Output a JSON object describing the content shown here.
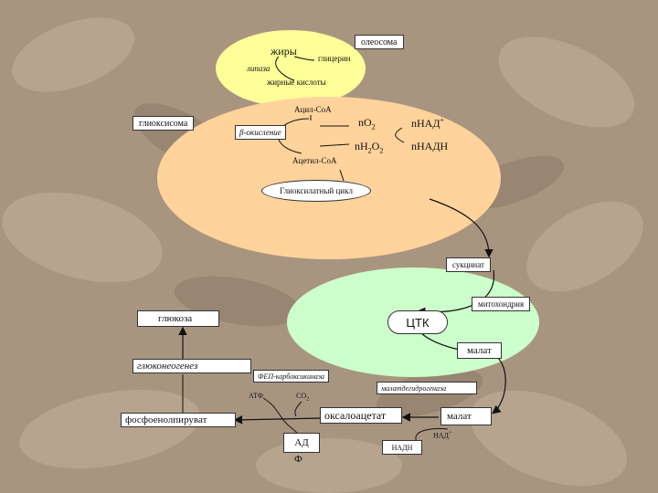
{
  "colors": {
    "background": "#a89580",
    "oleosome": "#ffff99",
    "glyoxysome": "#ffd39b",
    "mitochondrion": "#ccffcc",
    "box_fill": "#ffffff",
    "line": "#111111"
  },
  "oleosome": {
    "label": "олеосома",
    "fats": "жиры",
    "lipase": "липаза",
    "glycerol": "глицерин",
    "fatty_acids": "жирные кислоты"
  },
  "glyoxysome": {
    "label": "глиоксисома",
    "acyl_coa": "Ацил-CoA",
    "beta_oxidation": "β-окисление",
    "o2": "nO",
    "o2_sub": "2",
    "h2o2": "nH",
    "h2o2_sub1": "2",
    "h2o2_mid": "O",
    "h2o2_sub2": "2",
    "nad": "nНАД",
    "nad_sup": "+",
    "nadh": "nНАДН",
    "acetyl_coa": "Ацетил-CoA",
    "glyoxylate_cycle": "Глиоксилатный цикл"
  },
  "mitochondrion": {
    "succinate": "сукцинат",
    "label": "митохондрия",
    "tca": "ЦТК",
    "malate": "малат"
  },
  "cytosol": {
    "glucose": "глюкоза",
    "gluconeogenesis": "глюконеогенез",
    "pepck": "ФЕП-карбоксикиназа",
    "atp": "АТФ",
    "co2": "CO",
    "co2_sub": "2",
    "pep": "фосфоенолпируват",
    "oxaloacetate": "оксалоацетат",
    "mdh": "малатдегидрогеназа",
    "malate": "малат",
    "nad_plus": "НАД",
    "nad_plus_sup": "+",
    "adp_line1": "АД",
    "adp_line2": "Ф",
    "nadh": "НАДН"
  }
}
